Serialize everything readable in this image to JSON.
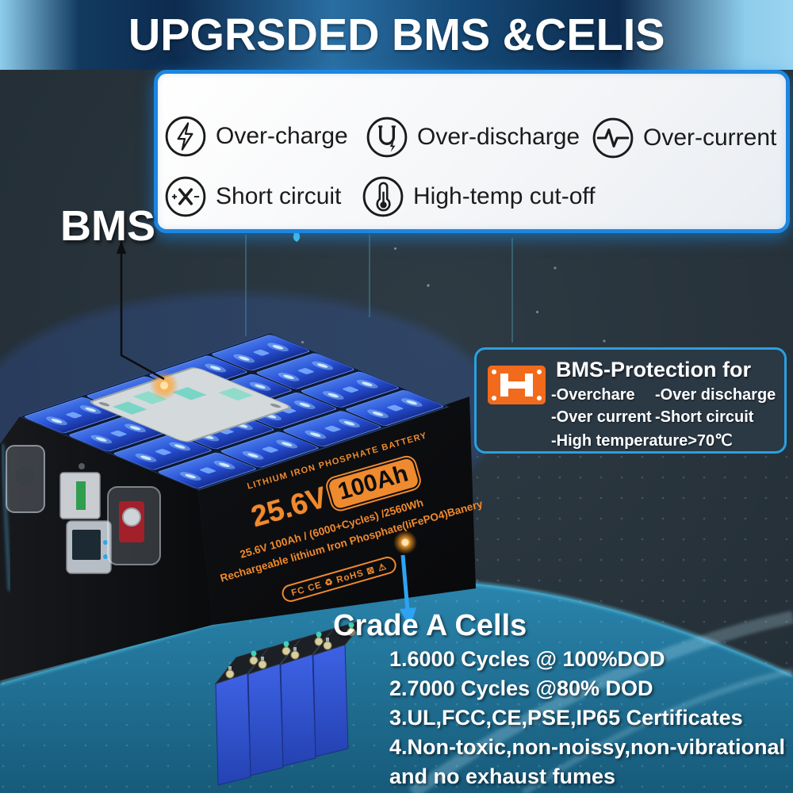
{
  "header": {
    "title": "UPGRSDED BMS &CELIS"
  },
  "panel": {
    "items": [
      {
        "icon": "overcharge-bolt-icon",
        "label": "Over-charge"
      },
      {
        "icon": "overdischarge-icon",
        "label": "Over-discharge"
      },
      {
        "icon": "overcurrent-pulse-icon",
        "label": "Over-current"
      },
      {
        "icon": "short-circuit-icon",
        "label": "Short circuit"
      },
      {
        "icon": "high-temp-icon",
        "label": "High-temp cut-off"
      }
    ]
  },
  "bms_label": "BMS",
  "bms_box": {
    "icon": "bms-chip-icon",
    "title": "BMS-Protection for",
    "rows": [
      [
        "-Overchare",
        "-Over discharge"
      ],
      [
        "-Over current",
        "-Short circuit"
      ],
      [
        "-High temperature>70℃",
        ""
      ]
    ]
  },
  "battery": {
    "top_label": "LITHIUM IRON PHOSPHATE BATTERY",
    "voltage": "25.6V",
    "capacity": "100Ah",
    "spec_line": "25.6V 100Ah /  (6000+Cycles)  /2560Wh",
    "desc_line": "Rechargeable lithium  Iron Phosphate(liFePO4)Banery",
    "certifications": "FC CE ♻ RoHS ⊠ ⚠"
  },
  "cells": {
    "title": "Crade A Cells",
    "features": [
      "1.6000 Cycles @ 100%DOD",
      "2.7000 Cycles @80% DOD",
      "3.UL,FCC,CE,PSE,IP65 Certificates",
      "4.Non-toxic,non-noissy,non-vibrational and no exhaust fumes"
    ]
  },
  "colors": {
    "header_accent": "#7fc5e8",
    "panel_border": "#1d86e0",
    "bms_box_border": "#2b9fe0",
    "brand_orange": "#f08a2e",
    "teal_background": "#1f6f94"
  }
}
